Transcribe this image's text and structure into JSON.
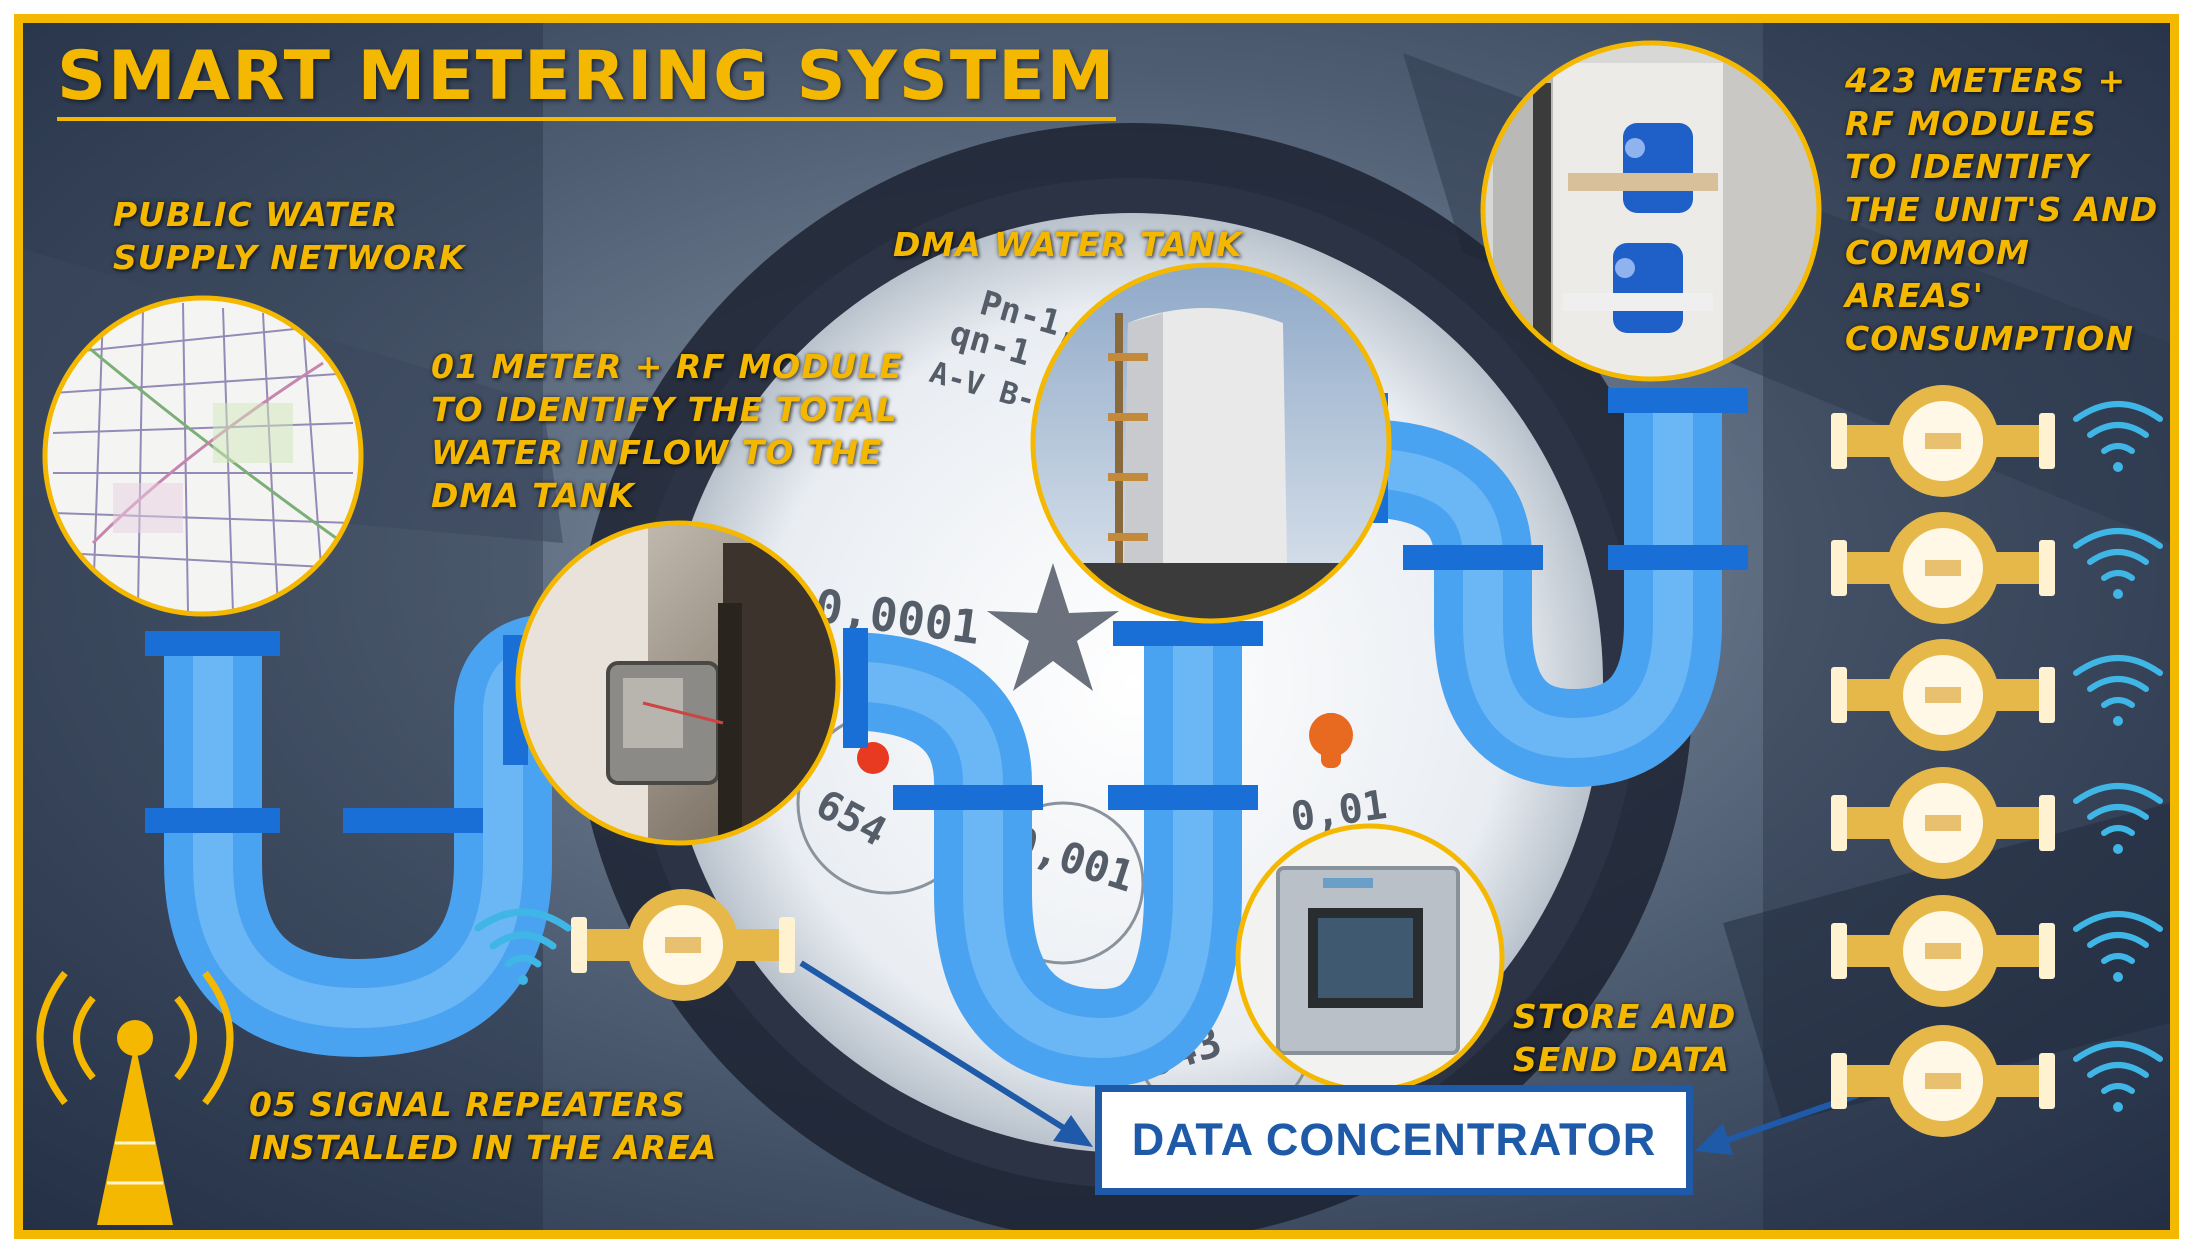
{
  "title": "SMART METERING SYSTEM",
  "labels": {
    "public_water": "PUBLIC WATER\nSUPPLY NETWORK",
    "dma_tank": "DMA WATER TANK",
    "inflow_meter": "01 METER + RF MODULE\nTO IDENTIFY THE TOTAL\nWATER INFLOW TO THE\nDMA TANK",
    "unit_meters": "423 METERS +\nRF MODULES\nTO IDENTIFY\nTHE UNIT'S AND\nCOMMOM\nAREAS'\nCONSUMPTION",
    "store_send": "STORE AND\nSEND DATA",
    "repeaters": "05 SIGNAL REPEATERS\nINSTALLED IN THE AREA"
  },
  "data_concentrator": "DATA CONCENTRATOR",
  "dial_readings": [
    "0,0001",
    "0,001",
    "0,01",
    "654",
    "6543",
    "Pn-1,0",
    "qn-1",
    "A-V B-"
  ],
  "colors": {
    "accent": "#f5b800",
    "pipe": "#4aa3f0",
    "pipe_band": "#1a6fd6",
    "concentrator": "#1e5aa8",
    "wifi": "#3fb6e6"
  },
  "icons": [
    "water-meter-icon",
    "wifi-icon",
    "antenna-icon",
    "arrow-icon"
  ]
}
